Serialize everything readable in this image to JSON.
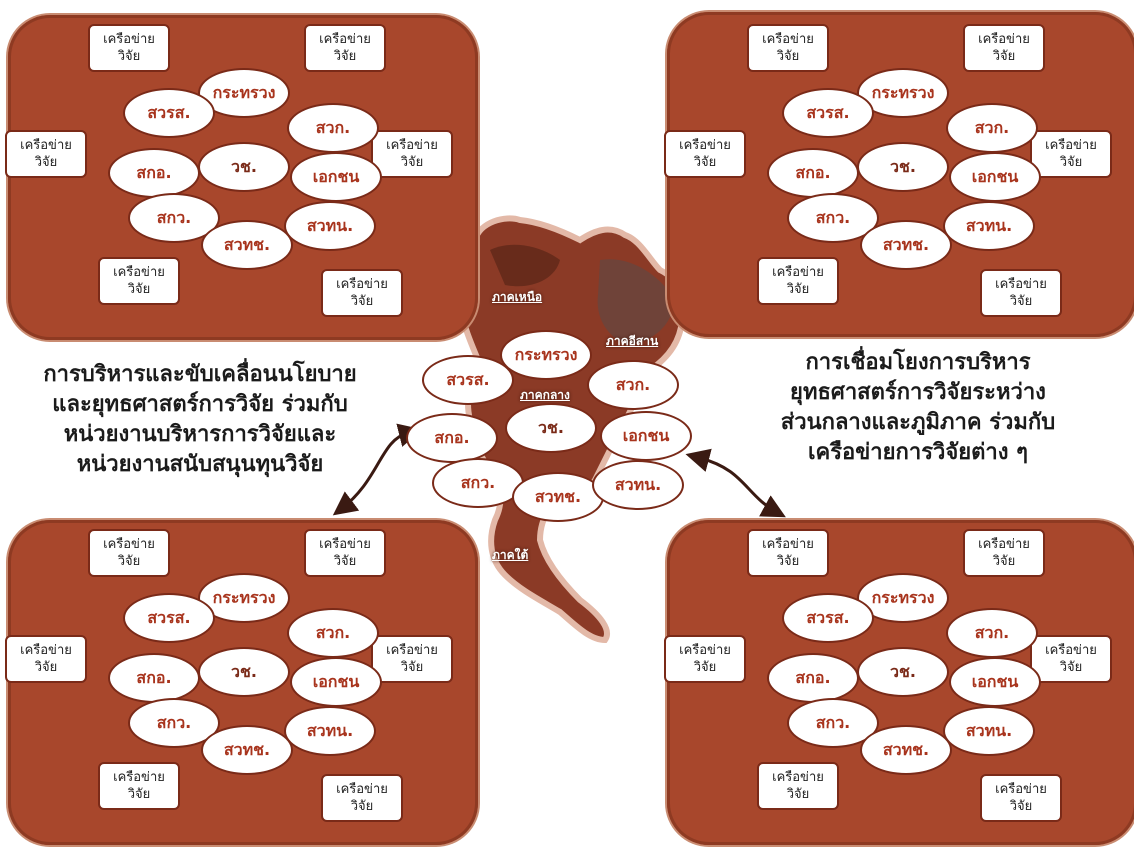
{
  "network_label": "เครือข่าย\nวิจัย",
  "ellipses": {
    "ministry": "กระทรวง",
    "nrct": "วช.",
    "hsri": "สวรส.",
    "osta": "สวก.",
    "tro": "สกอ.",
    "private": "เอกชน",
    "trf": "สกว.",
    "nstda": "สวทช.",
    "nia": "สวทน."
  },
  "captions": {
    "left": "การบริหารและขับเคลื่อนนโยบาย\nและยุทธศาสตร์การวิจัย  ร่วมกับ\nหน่วยงานบริหารการวิจัยและ\nหน่วยงานสนับสนุนทุนวิจัย",
    "right": "การเชื่อมโยงการบริหาร\nยุทธศาสตร์การวิจัยระหว่าง\nส่วนกลางและภูมิภาค ร่วมกับ\nเครือข่ายการวิจัยต่าง ๆ"
  },
  "map_regions": {
    "north": "ภาคเหนือ",
    "northeast": "ภาคอีสาน",
    "central": "ภาคกลาง",
    "south": "ภาคใต้"
  }
}
